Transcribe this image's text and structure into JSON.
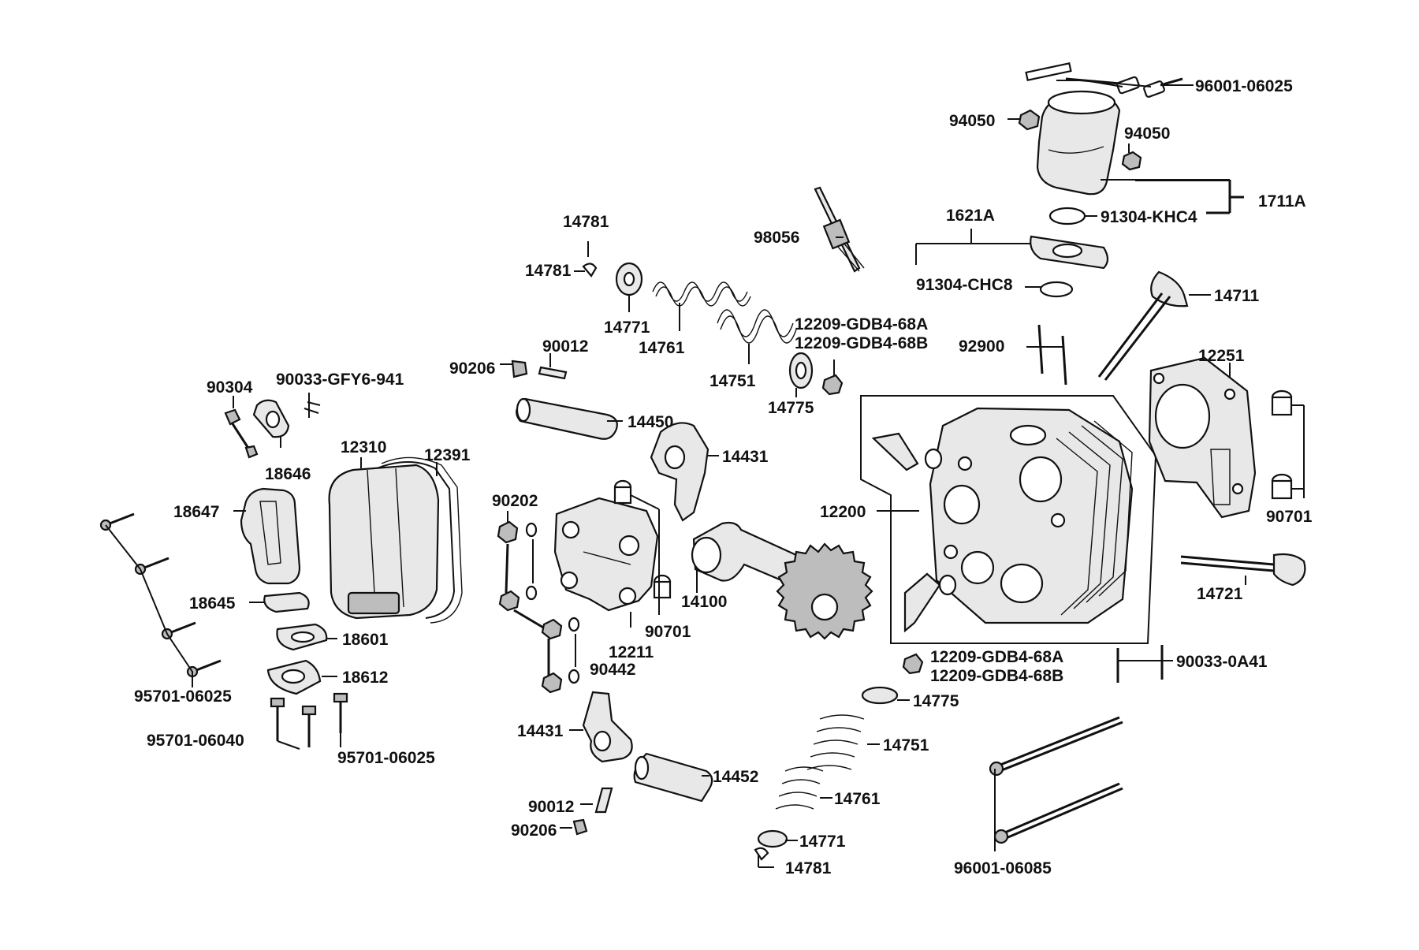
{
  "labels": {
    "p96001_06025": "96001-06025",
    "p94050_a": "94050",
    "p94050_b": "94050",
    "p1711A": "1711A",
    "p91304_khc4": "91304-KHC4",
    "p1621A": "1621A",
    "p91304_chc8": "91304-CHC8",
    "p14711": "14711",
    "p98056": "98056",
    "p14781_a": "14781",
    "p14781_b": "14781",
    "p14771_top": "14771",
    "p14761_top": "14761",
    "p14751_top": "14751",
    "p12209_top_a": "12209-GDB4-68A",
    "p12209_top_b": "12209-GDB4-68B",
    "p14775_top": "14775",
    "p92900": "92900",
    "p12251": "12251",
    "p90701_right": "90701",
    "p90206_top": "90206",
    "p90012_top": "90012",
    "p90304": "90304",
    "p90033_gfy6": "90033-GFY6-941",
    "p14450": "14450",
    "p14431_top": "14431",
    "p12310": "12310",
    "p12391": "12391",
    "p18646": "18646",
    "p18647": "18647",
    "p90202": "90202",
    "p12200": "12200",
    "p18645": "18645",
    "p14100": "14100",
    "p90701_mid": "90701",
    "p12211": "12211",
    "p18601": "18601",
    "p12209_bot_a": "12209-GDB4-68A",
    "p12209_bot_b": "12209-GDB4-68B",
    "p90033_0a41": "90033-0A41",
    "p18612": "18612",
    "p90442": "90442",
    "p95701_06025_left": "95701-06025",
    "p14775_bot": "14775",
    "p14721": "14721",
    "p95701_06040": "95701-06040",
    "p95701_06025_bot": "95701-06025",
    "p14431_bot": "14431",
    "p14751_bot": "14751",
    "p14452": "14452",
    "p14761_bot": "14761",
    "p90012_bot": "90012",
    "p90206_bot": "90206",
    "p14771_bot": "14771",
    "p14781_bot": "14781",
    "p96001_06085": "96001-06085"
  }
}
